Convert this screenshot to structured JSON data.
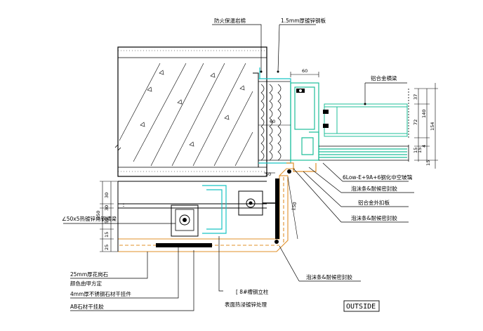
{
  "labels": {
    "fire_insulation": "防火保温岩棉",
    "galv_steel_plate": "1.5mm厚镀锌钢板",
    "alu_crossbar": "铝合金横梁",
    "glass": "6Low-E+9A+6钢化中空玻璃",
    "foam_sealant_1": "泡沫条&耐候密封胶",
    "alu_cover": "铝合金外扣板",
    "foam_sealant_2": "泡沫条&耐候密封胶",
    "angle_steel": "∠50x5热镀锌角钢横梁",
    "granite": "25mm厚花岗石",
    "granite_color": "颜色由甲方定",
    "stainless_hanger": "4mm厚不锈钢石材干挂件",
    "ab_glue": "AB石材干挂胶",
    "channel_steel": "[ 8#槽钢立柱",
    "hot_dip": "表面热浸镀锌处理",
    "foam_sealant_3": "泡沫条&耐候密封胶",
    "outside": "OUTSIDE"
  },
  "dimensions": {
    "d60_top": "60",
    "d60_mid": "60",
    "d50": "50",
    "d150_diag": "150",
    "d37": "37",
    "d72": "72",
    "d140": "140",
    "d154": "154",
    "d15a": "15",
    "d15b": "15",
    "d4": "4",
    "d15c": "15",
    "d30a": "30",
    "d30b": "30",
    "d50b": "50",
    "d150": "150",
    "d15d": "15",
    "d25": "25"
  },
  "colors": {
    "concrete_line": "#000000",
    "insulation": "#000000",
    "aluminum": "#1fbf9a",
    "steel_cyan": "#19c4c4",
    "stone_orange": "#e0902a",
    "dim_line": "#000000"
  }
}
